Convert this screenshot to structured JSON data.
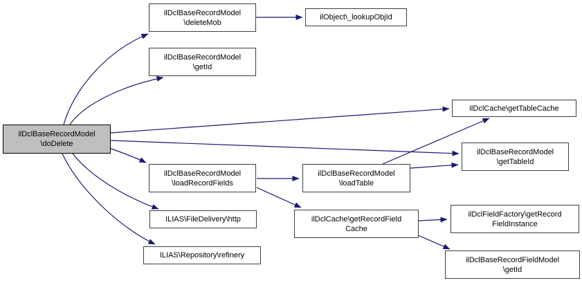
{
  "diagram": {
    "type": "call-graph",
    "background_color": "#ffffff",
    "edge_color": "#191970",
    "node_border_color": "#3d3d3d",
    "highlight_fill_color": "#bfbfbf",
    "nodes": {
      "doDelete": {
        "label": "ilDclBaseRecordModel\n\\doDelete",
        "highlighted": true
      },
      "deleteMob": {
        "label": "ilDclBaseRecordModel\n\\deleteMob",
        "highlighted": false
      },
      "lookupObjId": {
        "label": "ilObject\\_lookupObjId",
        "highlighted": false
      },
      "getId": {
        "label": "ilDclBaseRecordModel\n\\getId",
        "highlighted": false
      },
      "getTableCache": {
        "label": "ilDclCache\\getTableCache",
        "highlighted": false
      },
      "getTableId": {
        "label": "ilDclBaseRecordModel\n\\getTableId",
        "highlighted": false
      },
      "loadRecordFields": {
        "label": "ilDclBaseRecordModel\n\\loadRecordFields",
        "highlighted": false
      },
      "loadTable": {
        "label": "ilDclBaseRecordModel\n\\loadTable",
        "highlighted": false
      },
      "http": {
        "label": "ILIAS\\FileDelivery\\http",
        "highlighted": false
      },
      "refinery": {
        "label": "ILIAS\\Repository\\refinery",
        "highlighted": false
      },
      "getRecordFieldCache": {
        "label": "ilDclCache\\getRecordField\nCache",
        "highlighted": false
      },
      "getRecordFieldInstance": {
        "label": "ilDclFieldFactory\\getRecord\nFieldInstance",
        "highlighted": false
      },
      "recordFieldGetId": {
        "label": "ilDclBaseRecordFieldModel\n\\getId",
        "highlighted": false
      }
    },
    "edges": [
      {
        "from": "doDelete",
        "to": "deleteMob"
      },
      {
        "from": "doDelete",
        "to": "getId"
      },
      {
        "from": "doDelete",
        "to": "getTableCache"
      },
      {
        "from": "doDelete",
        "to": "getTableId"
      },
      {
        "from": "doDelete",
        "to": "loadRecordFields"
      },
      {
        "from": "doDelete",
        "to": "http"
      },
      {
        "from": "doDelete",
        "to": "refinery"
      },
      {
        "from": "deleteMob",
        "to": "lookupObjId"
      },
      {
        "from": "loadRecordFields",
        "to": "loadTable"
      },
      {
        "from": "loadRecordFields",
        "to": "getRecordFieldCache"
      },
      {
        "from": "loadTable",
        "to": "getTableCache"
      },
      {
        "from": "loadTable",
        "to": "getTableId"
      },
      {
        "from": "getRecordFieldCache",
        "to": "getRecordFieldInstance"
      },
      {
        "from": "getRecordFieldCache",
        "to": "recordFieldGetId"
      }
    ]
  }
}
